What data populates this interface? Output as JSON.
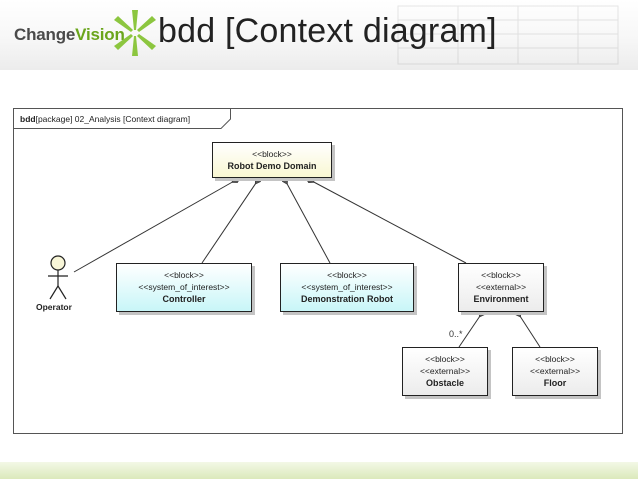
{
  "header": {
    "logo_text_left": "Change",
    "logo_text_right": "Vision",
    "title": "bdd [Context diagram]",
    "brand_color": "#6aa51c"
  },
  "frame": {
    "kind": "bdd",
    "label": "[package] 02_Analysis [Context diagram]"
  },
  "blocks": {
    "domain": {
      "stereotype": "<<block>>",
      "name": "Robot Demo Domain"
    },
    "controller": {
      "stereotype": "<<block>>",
      "stereotype2": "<<system_of_interest>>",
      "name": "Controller"
    },
    "demo_robot": {
      "stereotype": "<<block>>",
      "stereotype2": "<<system_of_interest>>",
      "name": "Demonstration Robot"
    },
    "environment": {
      "stereotype": "<<block>>",
      "stereotype2": "<<external>>",
      "name": "Environment"
    },
    "obstacle": {
      "stereotype": "<<block>>",
      "stereotype2": "<<external>>",
      "name": "Obstacle"
    },
    "floor": {
      "stereotype": "<<block>>",
      "stereotype2": "<<external>>",
      "name": "Floor"
    }
  },
  "actor": {
    "name": "Operator"
  },
  "multiplicity": "0..*"
}
